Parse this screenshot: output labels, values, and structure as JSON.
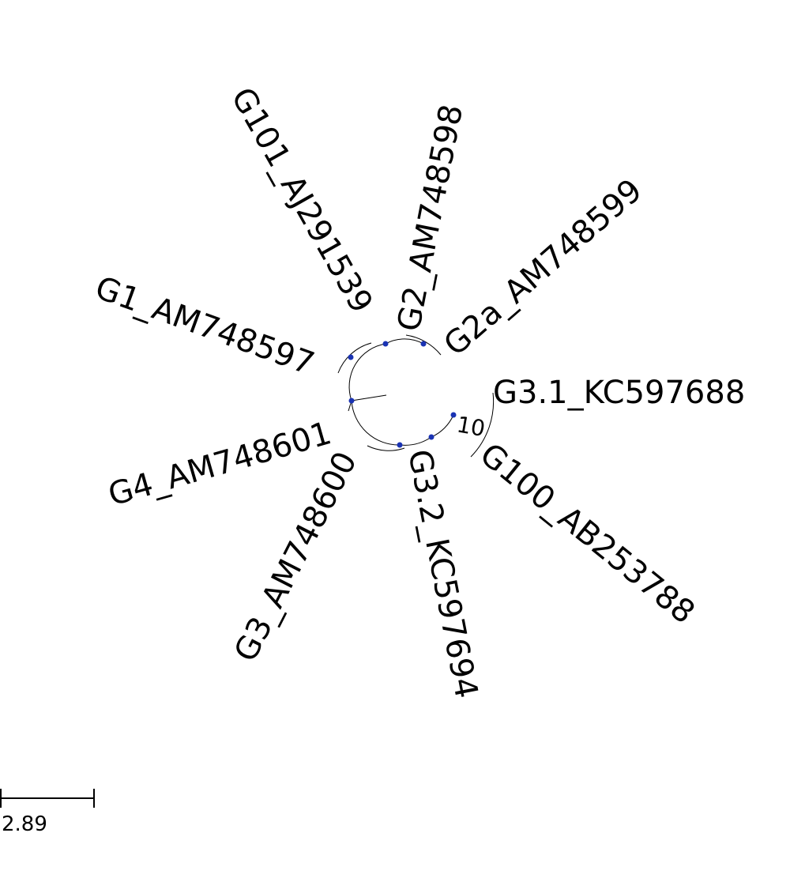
{
  "tree": {
    "leaves": [
      {
        "id": "g101",
        "label": "G101_AJ291539"
      },
      {
        "id": "g2",
        "label": "G2_AM748598"
      },
      {
        "id": "g2a",
        "label": "G2a_AM748599"
      },
      {
        "id": "g31",
        "label": "G3.1_KC597688"
      },
      {
        "id": "g100",
        "label": "G100_AB253788"
      },
      {
        "id": "g32",
        "label": "G3.2_KC597694"
      },
      {
        "id": "g3",
        "label": "G3_AM748600"
      },
      {
        "id": "g4",
        "label": "G4_AM748601"
      },
      {
        "id": "g1",
        "label": "G1_AM748597"
      }
    ],
    "bootstrap_label": "10",
    "node_color": "#1a33b3"
  },
  "scale_bar": {
    "label": "2.89"
  }
}
